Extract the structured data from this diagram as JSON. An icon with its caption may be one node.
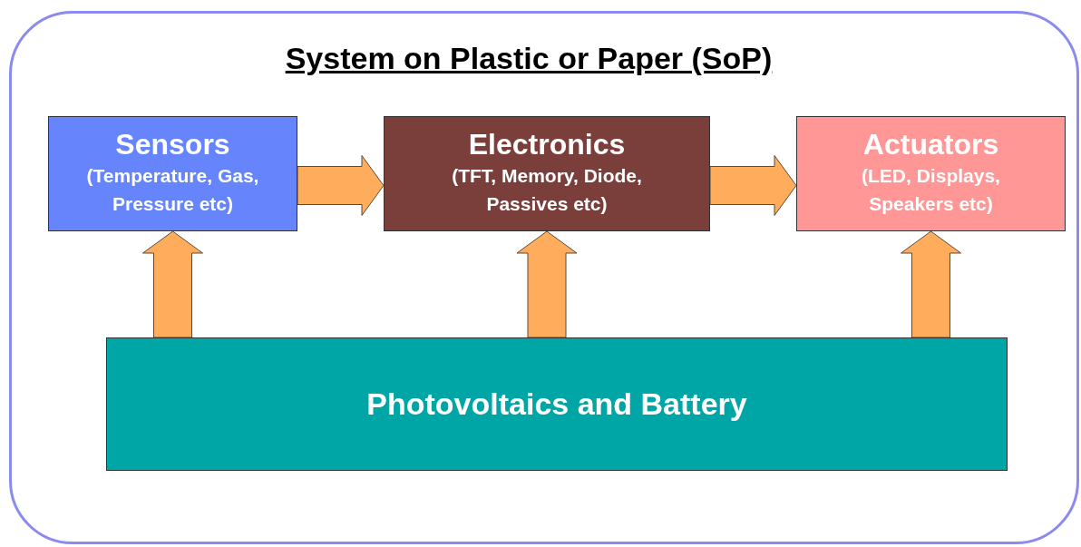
{
  "diagram": {
    "nodes": [
      {
        "text": [
          "System on Plastic or Paper (SoP)"
        ]
      },
      {
        "text": [
          "Sensors",
          "(Temperature, Gas, Pressure etc)"
        ],
        "in": 0
      },
      {
        "text": [
          "Electronics",
          "(TFT, Memory, Diode, Passives etc)"
        ],
        "in": 0
      },
      {
        "text": [
          "Actuators",
          "(LED, Displays, Speakers etc)"
        ],
        "in": 0
      },
      {
        "text": [
          "Photovoltaics and Battery"
        ],
        "in": 0
      }
    ],
    "edges": [
      {
        "from": 1,
        "to": 2,
        "arrow": "to"
      },
      {
        "from": 2,
        "to": 3,
        "arrow": "to"
      },
      {
        "from": 4,
        "to": 1,
        "arrow": "to"
      },
      {
        "from": 4,
        "to": 2,
        "arrow": "to"
      },
      {
        "from": 4,
        "to": 3,
        "arrow": "to"
      }
    ]
  }
}
